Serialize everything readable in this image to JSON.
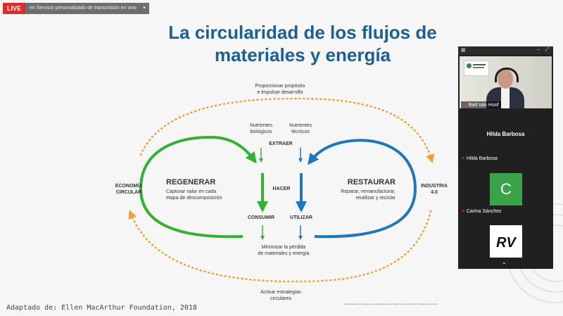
{
  "live": {
    "badge": "LIVE",
    "selector": "en Servicio personalizado de transmisión en vivo"
  },
  "title": {
    "line1": "La circularidad de los flujos de",
    "line2": "materiales y energía"
  },
  "diagram": {
    "top": [
      "Proporcionar propósito",
      "e impulsar desarrollo"
    ],
    "nutrients_bio": [
      "Nutrientes",
      "biológicos"
    ],
    "nutrients_tech": [
      "Nutrientes",
      "técnicos"
    ],
    "extraer": "EXTRAER",
    "hacer": "HACER",
    "consumir": "CONSUMIR",
    "utilizar": "UTILIZAR",
    "regenerar": {
      "title": "REGENERAR",
      "line1": "Capturar valor en cada",
      "line2": "etapa de descomposición"
    },
    "restaurar": {
      "title": "RESTAURAR",
      "line1": "Reparar, remanufacturar,",
      "line2": "reutilizar y reciclar"
    },
    "left_label": [
      "ECONOMÍA",
      "CIRCULAR"
    ],
    "right_label": [
      "INDUSTRIA",
      "4.0"
    ],
    "bottom_inner": [
      "Minimizar la pérdida",
      "de materiales y energía"
    ],
    "bottom_outer": [
      "Activar estrategias",
      "circulares"
    ]
  },
  "footer": "Adaptado de: Ellen MacArthur Foundation, 2018",
  "fine_print": "Gráfico basado en Diagrama de la Mariposa de Ellen MacArthur Foundation y Unusgroup Economics",
  "panel": {
    "speaker_name": "Bart van Hoof",
    "speaker_title": "Hilda Barbosa",
    "participants": [
      "Hilda Barbosa",
      "Carina Sánchez"
    ],
    "avatar_letter": "C",
    "logo_text": "RV"
  },
  "colors": {
    "green": "#35b035",
    "blue": "#1f76b8",
    "orange": "#f0a030",
    "title": "#1d5f92"
  }
}
